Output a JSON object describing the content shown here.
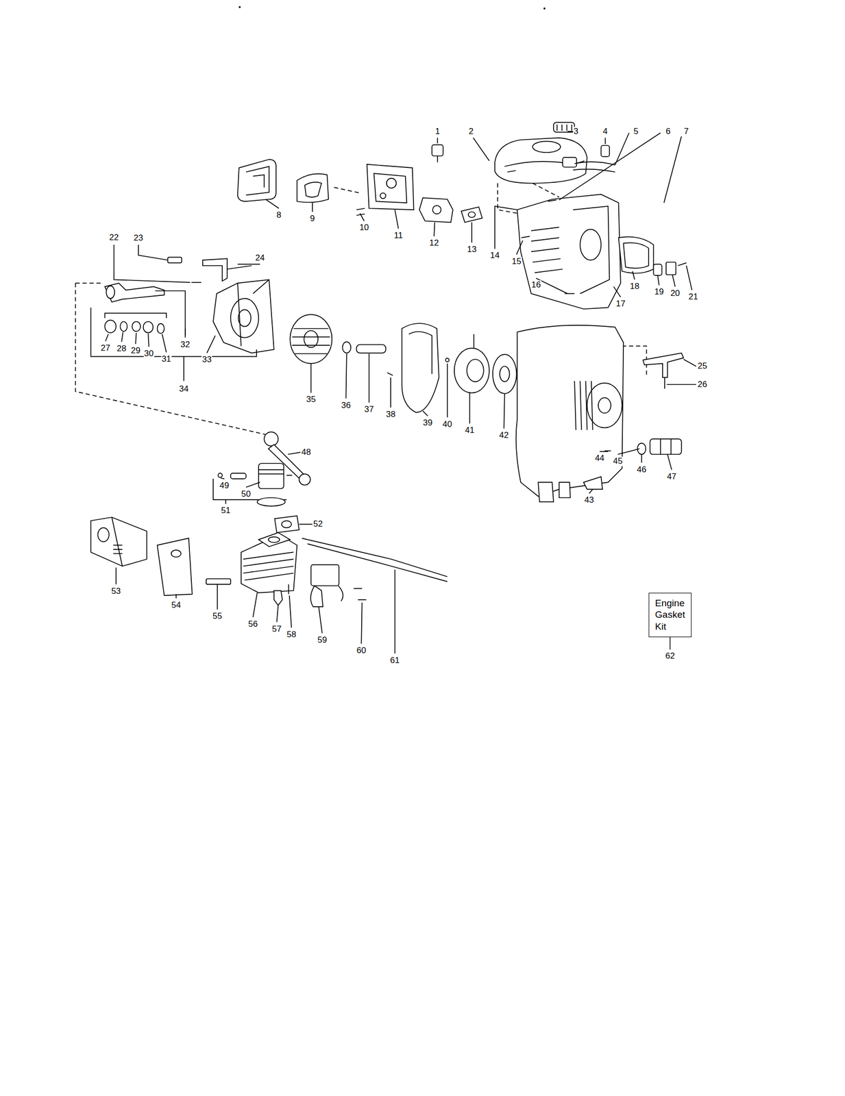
{
  "diagram": {
    "nodes": [
      {
        "text": [
          "Engine Gasket Kit"
        ]
      }
    ],
    "labels": [
      "1",
      "2",
      "3",
      "4",
      "5",
      "6",
      "7",
      "8",
      "9",
      "10",
      "11",
      "12",
      "13",
      "14",
      "15",
      "16",
      "17",
      "18",
      "19",
      "20",
      "21",
      "22",
      "23",
      "24",
      "25",
      "26",
      "27",
      "28",
      "29",
      "30",
      "31",
      "32",
      "33",
      "34",
      "35",
      "36",
      "37",
      "38",
      "39",
      "40",
      "41",
      "42",
      "43",
      "44",
      "45",
      "46",
      "47",
      "48",
      "49",
      "50",
      "51",
      "52",
      "53",
      "54",
      "55",
      "56",
      "57",
      "58",
      "59",
      "60",
      "61",
      "62"
    ]
  }
}
